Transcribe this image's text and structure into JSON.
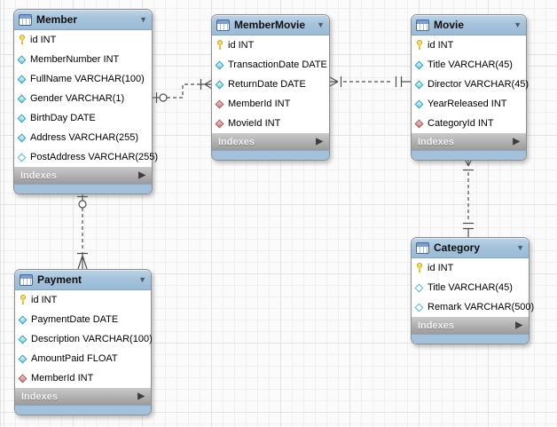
{
  "diagram": {
    "kind": "EER diagram",
    "colors": {
      "table_header": "#a5c3dc",
      "indexes_bar": "#b2b2b2",
      "relationship_line": "#4d4d4d",
      "primary_key_icon": "#f7df57",
      "attribute_icon": "#9fe3ec",
      "foreign_key_icon": "#e09c9c",
      "grid_background": "#fbfbfb"
    }
  },
  "tables": [
    {
      "name": "Member",
      "collapse_icon": "▼",
      "indexes_label": "Indexes",
      "expand_icon": "▶",
      "columns": [
        {
          "icon": "key",
          "text": "id INT"
        },
        {
          "icon": "diamond",
          "text": "MemberNumber INT"
        },
        {
          "icon": "diamond",
          "text": "FullName VARCHAR(100)"
        },
        {
          "icon": "diamond",
          "text": "Gender VARCHAR(1)"
        },
        {
          "icon": "diamond",
          "text": "BirthDay DATE"
        },
        {
          "icon": "diamond",
          "text": "Address VARCHAR(255)"
        },
        {
          "icon": "diamond-open",
          "text": "PostAddress VARCHAR(255)"
        }
      ]
    },
    {
      "name": "MemberMovie",
      "collapse_icon": "▼",
      "indexes_label": "Indexes",
      "expand_icon": "▶",
      "columns": [
        {
          "icon": "key",
          "text": "id INT"
        },
        {
          "icon": "diamond",
          "text": "TransactionDate DATE"
        },
        {
          "icon": "diamond",
          "text": "ReturnDate DATE"
        },
        {
          "icon": "diamond-fk",
          "text": "MemberId INT"
        },
        {
          "icon": "diamond-fk",
          "text": "MovieId INT"
        }
      ]
    },
    {
      "name": "Movie",
      "collapse_icon": "▼",
      "indexes_label": "Indexes",
      "expand_icon": "▶",
      "columns": [
        {
          "icon": "key",
          "text": "id INT"
        },
        {
          "icon": "diamond",
          "text": "Title VARCHAR(45)"
        },
        {
          "icon": "diamond",
          "text": "Director VARCHAR(45)"
        },
        {
          "icon": "diamond",
          "text": "YearReleased INT"
        },
        {
          "icon": "diamond-fk",
          "text": "CategoryId INT"
        }
      ]
    },
    {
      "name": "Category",
      "collapse_icon": "▼",
      "indexes_label": "Indexes",
      "expand_icon": "▶",
      "columns": [
        {
          "icon": "key",
          "text": "id INT"
        },
        {
          "icon": "diamond-open",
          "text": "Title VARCHAR(45)"
        },
        {
          "icon": "diamond-open",
          "text": "Remark VARCHAR(500)"
        }
      ]
    },
    {
      "name": "Payment",
      "collapse_icon": "▼",
      "indexes_label": "Indexes",
      "expand_icon": "▶",
      "columns": [
        {
          "icon": "key",
          "text": "id INT"
        },
        {
          "icon": "diamond",
          "text": "PaymentDate DATE"
        },
        {
          "icon": "diamond",
          "text": "Description VARCHAR(100)"
        },
        {
          "icon": "diamond",
          "text": "AmountPaid FLOAT"
        },
        {
          "icon": "diamond-fk",
          "text": "MemberId INT"
        }
      ]
    }
  ],
  "relationships": [
    {
      "from": "Member",
      "to": "MemberMovie",
      "from_end": "one, optional (circle + bar)",
      "to_end": "many (crow's foot + bar)",
      "style": "dashed"
    },
    {
      "from": "Movie",
      "to": "MemberMovie",
      "from_end": "one, mandatory (double bar)",
      "to_end": "many (crow's foot + bar)",
      "style": "dashed"
    },
    {
      "from": "Category",
      "to": "Movie",
      "from_end": "one, mandatory (double bar)",
      "to_end": "many (crow's foot + bar)",
      "style": "dashed"
    },
    {
      "from": "Member",
      "to": "Payment",
      "from_end": "one, optional (circle + bar)",
      "to_end": "many (crow's foot + bar)",
      "style": "dashed"
    }
  ]
}
